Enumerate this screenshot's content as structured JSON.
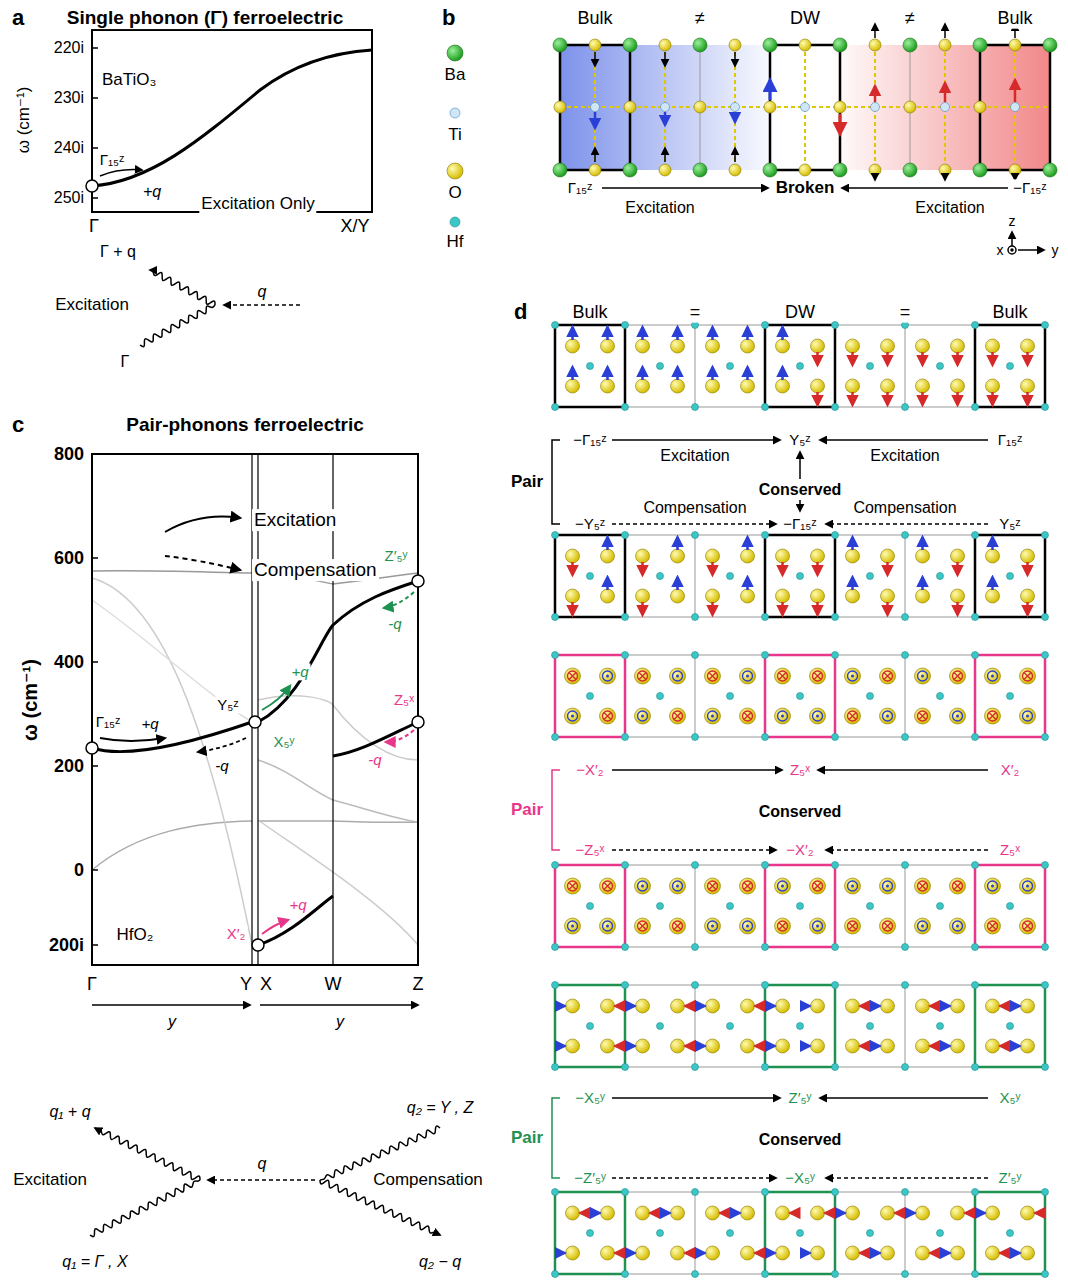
{
  "diagram": {
    "labels": [
      "a",
      "Single phonon (Γ) ferroelectric",
      "BaTiO₃",
      "220i",
      "230i",
      "240i",
      "250i",
      "ω (cm⁻¹)",
      "Γ₁₅ᶻ",
      "+q",
      "Excitation Only",
      "Γ",
      "X/Y",
      "Γ + q",
      "Excitation",
      "q",
      "Γ",
      "b",
      "Bulk",
      "≠",
      "DW",
      "≠",
      "Bulk",
      "Γ₁₅ᶻ",
      "Excitation",
      "Broken",
      "Excitation",
      "−Γ₁₅ᶻ",
      "z",
      "x",
      "y",
      "c",
      "Pair-phonons ferroelectric",
      "800",
      "600",
      "400",
      "200",
      "0",
      "200i",
      "ω (cm⁻¹)",
      "Excitation",
      "Compensation",
      "Γ₁₅ᶻ",
      "+q",
      "-q",
      "Y₅ᶻ",
      "X₅ʸ",
      "+q",
      "Z′₅ʸ",
      "-q",
      "Z₅ˣ",
      "-q",
      "X′₂",
      "+q",
      "HfO₂",
      "Γ",
      "Y",
      "X",
      "W",
      "Z",
      "y",
      "y",
      "q₁ + q",
      "Excitation",
      "q₁ = Γ , X",
      "q",
      "q₂ = Y , Z",
      "Compensation",
      "q₂ − q",
      "d",
      "Bulk",
      "=",
      "DW",
      "=",
      "Bulk",
      "Pair",
      "−Γ₁₅ᶻ",
      "Excitation",
      "Y₅ᶻ",
      "Excitation",
      "Γ₁₅ᶻ",
      "Conserved",
      "−Y₅ᶻ",
      "Compensation",
      "−Γ₁₅ᶻ",
      "Compensation",
      "Y₅ᶻ",
      "Pair",
      "−X′₂",
      "Z₅ˣ",
      "X′₂",
      "Conserved",
      "−Z₅ˣ",
      "−X′₂",
      "Z₅ˣ",
      "Pair",
      "−X₅ʸ",
      "Z′₅ʸ",
      "X₅ʸ",
      "Conserved",
      "−Z′₅ʸ",
      "−X₅ʸ",
      "Z′₅ʸ"
    ],
    "legend": [
      {
        "text": "Ba"
      },
      {
        "text": "Ti"
      },
      {
        "text": "O"
      },
      {
        "text": "Hf"
      }
    ]
  }
}
